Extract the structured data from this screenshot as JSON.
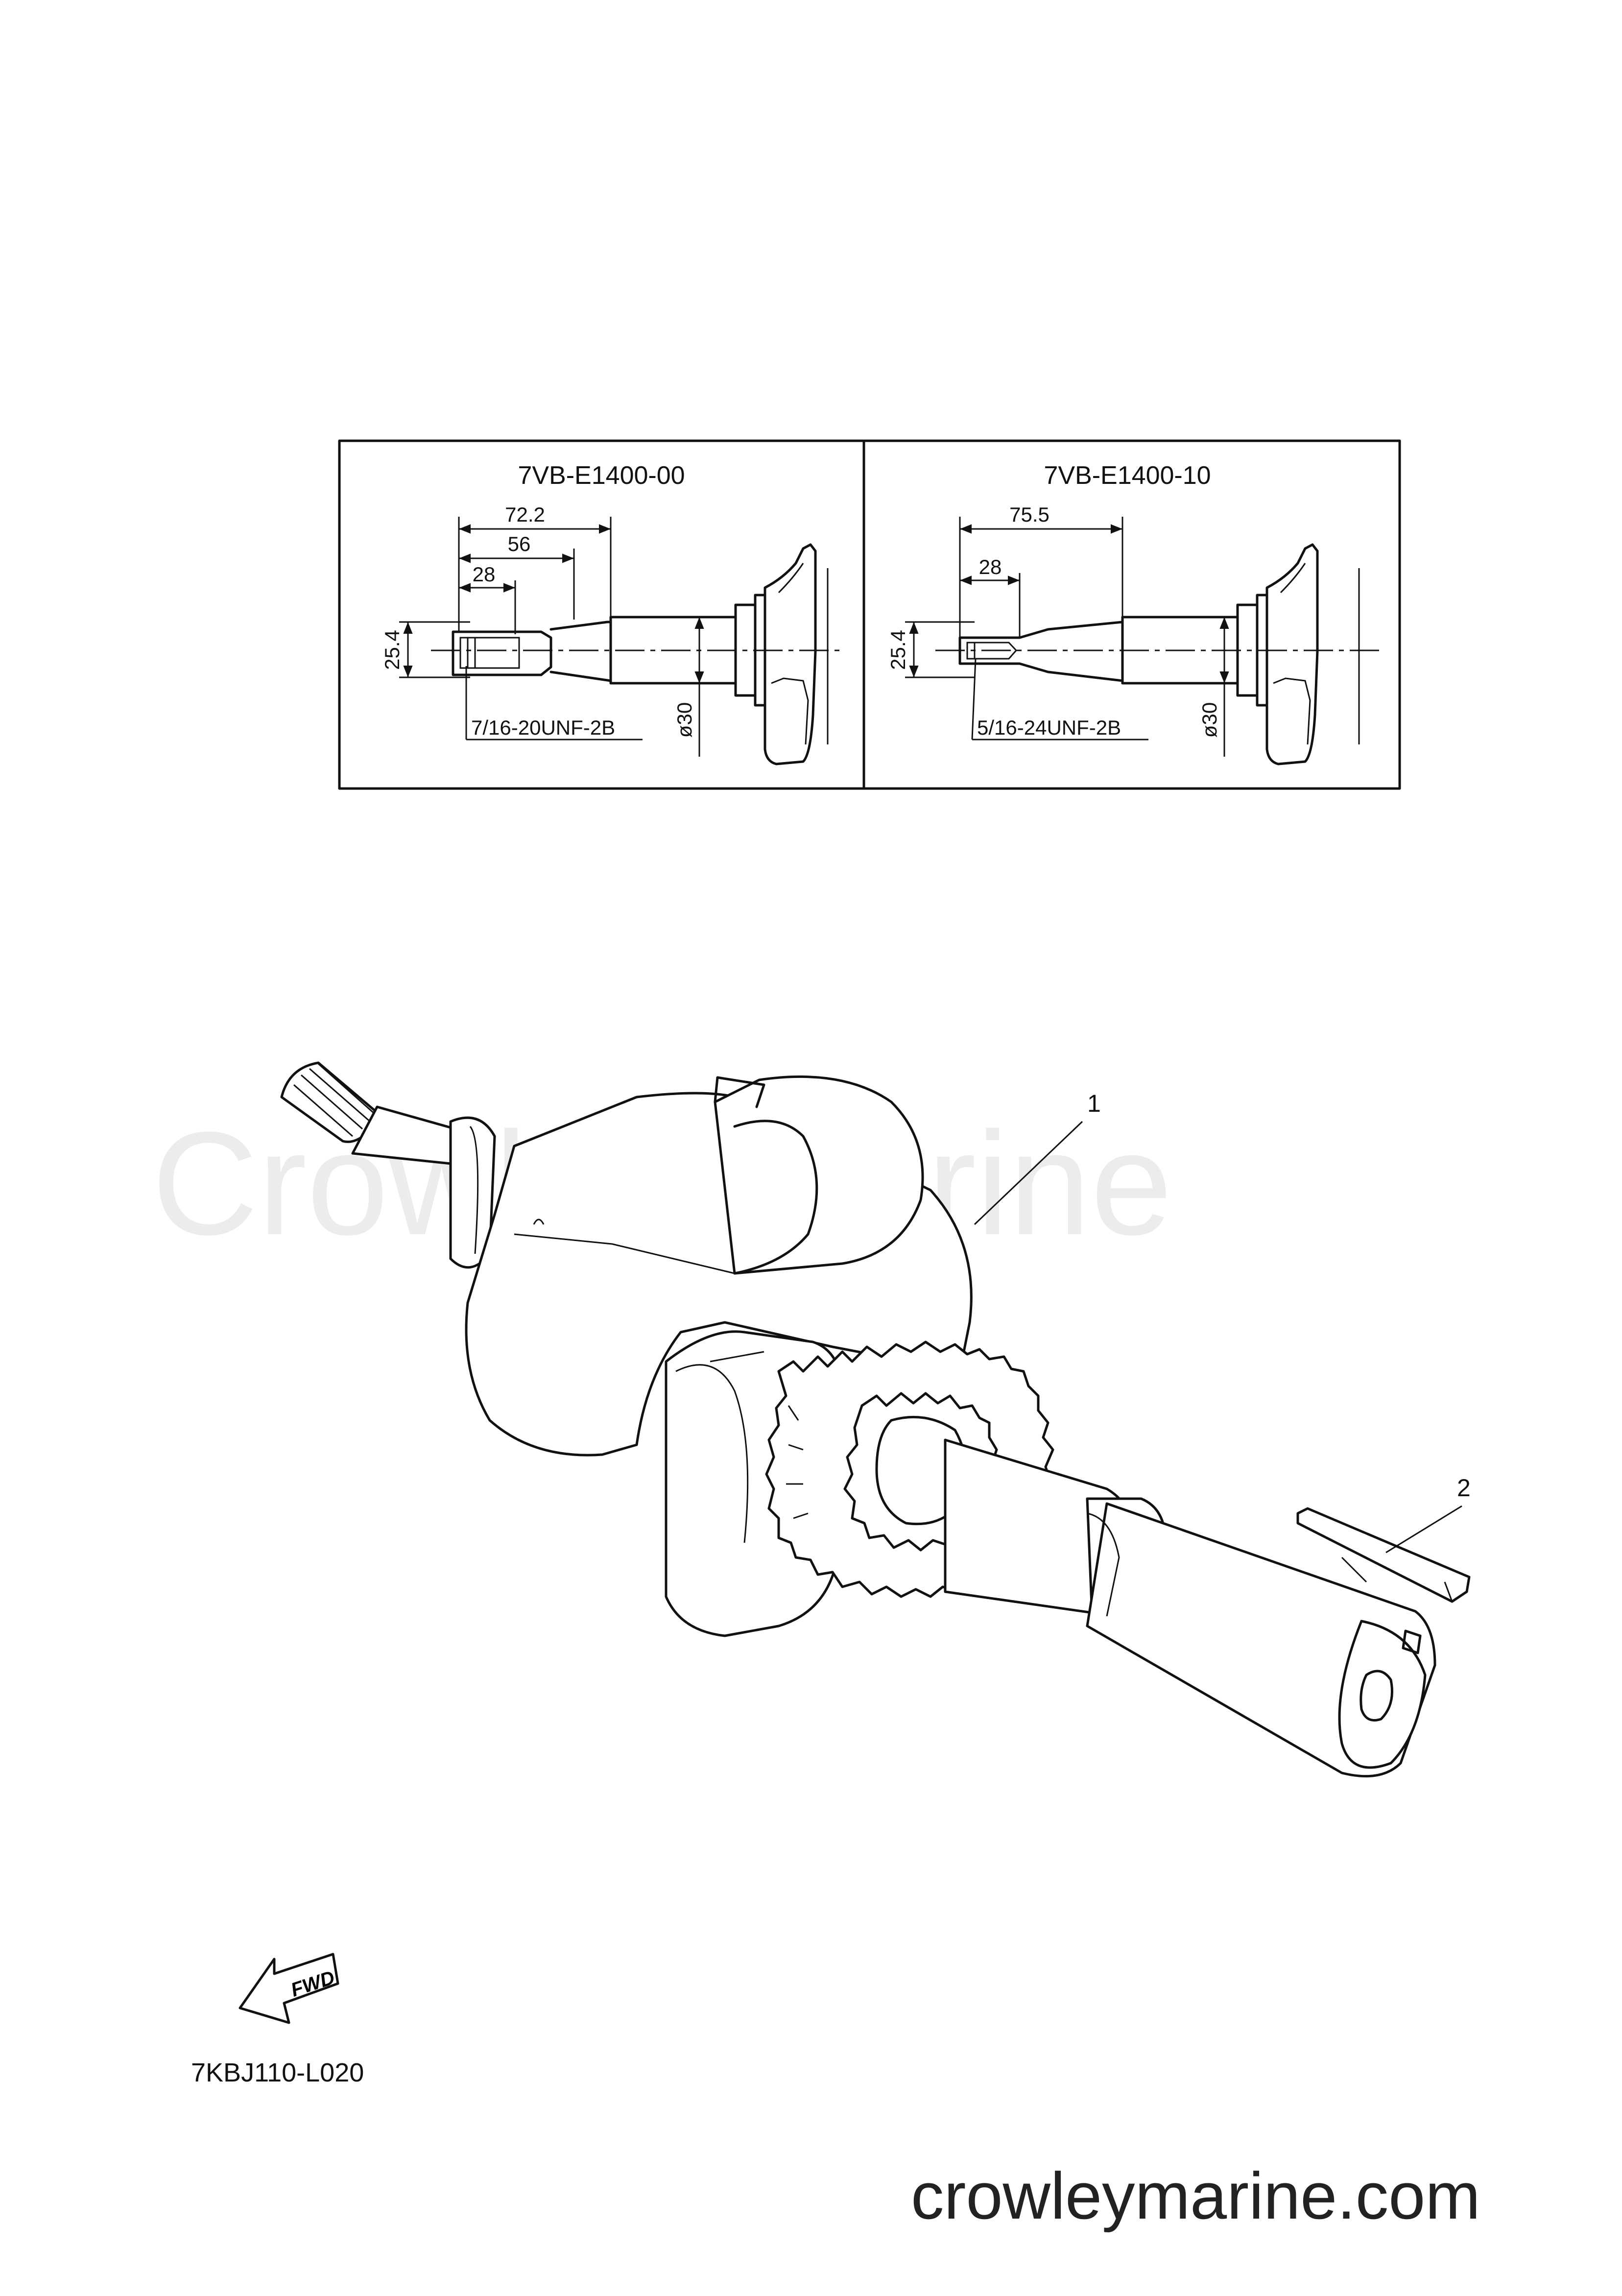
{
  "watermark": "Crowley Marine",
  "footer_site": "crowleymarine.com",
  "diagram_code": "7KBJ110-L020",
  "fwd_label": "FWD",
  "detail_panels": [
    {
      "part_number": "7VB-E1400-00",
      "dim_overall": "72.2",
      "dim_mid": "56",
      "dim_short": "28",
      "dim_height": "25.4",
      "dim_diameter": "ø30",
      "thread_spec": "7/16-20UNF-2B"
    },
    {
      "part_number": "7VB-E1400-10",
      "dim_overall": "75.5",
      "dim_short": "28",
      "dim_height": "25.4",
      "dim_diameter": "ø30",
      "thread_spec": "5/16-24UNF-2B"
    }
  ],
  "callouts": [
    "1",
    "2"
  ]
}
